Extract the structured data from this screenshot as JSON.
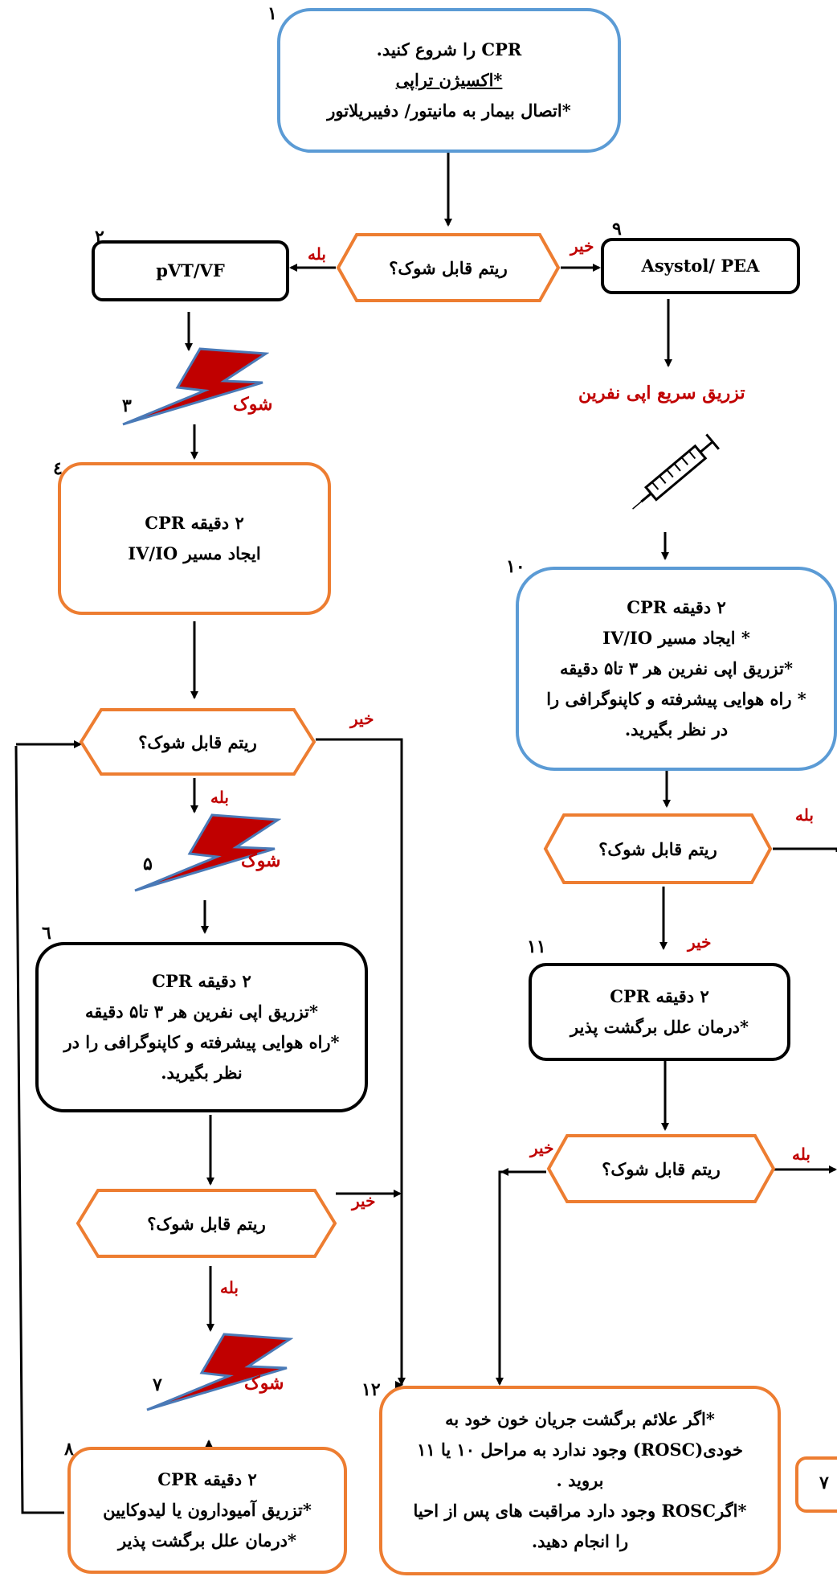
{
  "steps": {
    "s1": {
      "number": "۱",
      "lines": [
        "CPR را شروع کنید.",
        "*اکسیژن تراپی",
        "*اتصال بیمار به مانیتور/ دفیبریلاتور"
      ]
    },
    "s2": {
      "number": "۲",
      "label": "pVT/VF"
    },
    "s3": {
      "number": "۳"
    },
    "s4": {
      "number": "٤",
      "lines": [
        "۲ دقیقه CPR",
        "ایجاد  مسیر IV/IO"
      ]
    },
    "s5": {
      "number": "۵"
    },
    "s6": {
      "number": "٦",
      "lines": [
        "۲ دقیقه CPR",
        "*تزریق اپی نفرین هر ۳ تا۵ دقیقه",
        "*راه هوایی پیشرفته و کاپنوگرافی را در",
        "نظر بگیرید."
      ]
    },
    "s7": {
      "number": "۷"
    },
    "s8": {
      "number": "۸",
      "lines": [
        "۲ دقیقه CPR",
        "*تزریق آمیودارون یا لیدوکایین",
        "*درمان علل برگشت پذیر"
      ]
    },
    "s9": {
      "number": "۹",
      "label": "Asystol/ PEA"
    },
    "s10": {
      "number": "۱۰",
      "lines": [
        "۲ دقیقه CPR",
        "* ایجاد مسیر IV/IO",
        "*تزریق اپی نفرین هر ۳ تا۵ دقیقه",
        "* راه هوایی پیشرفته و کاپنوگرافی را",
        "در نظر بگیرید."
      ]
    },
    "s11": {
      "number": "۱۱",
      "lines": [
        "۲ دقیقه CPR",
        "*درمان علل برگشت پذیر"
      ]
    },
    "s12": {
      "number": "۱۲",
      "lines": [
        "*اگر علائم برگشت جریان خون خود به",
        "خودی(ROSC) وجود ندارد به مراحل ۱۰ یا ۱۱",
        "بروید .",
        "*اگرROSC  وجود دارد مراقبت های پس از احیا",
        "را انجام دهید."
      ]
    },
    "s7_right": {
      "number": "۷"
    }
  },
  "decision_text": "ریتم قابل شوک؟",
  "shock_label": "شوک",
  "yes_label": "بله",
  "no_label": "خیر",
  "epi_label": "تزریق سریع اپی نفرین",
  "colors": {
    "blue": "#5b9bd5",
    "orange": "#ed7d31",
    "red": "#c00000",
    "bolt_fill": "#c00000",
    "bolt_stroke": "#4a7ab7"
  }
}
